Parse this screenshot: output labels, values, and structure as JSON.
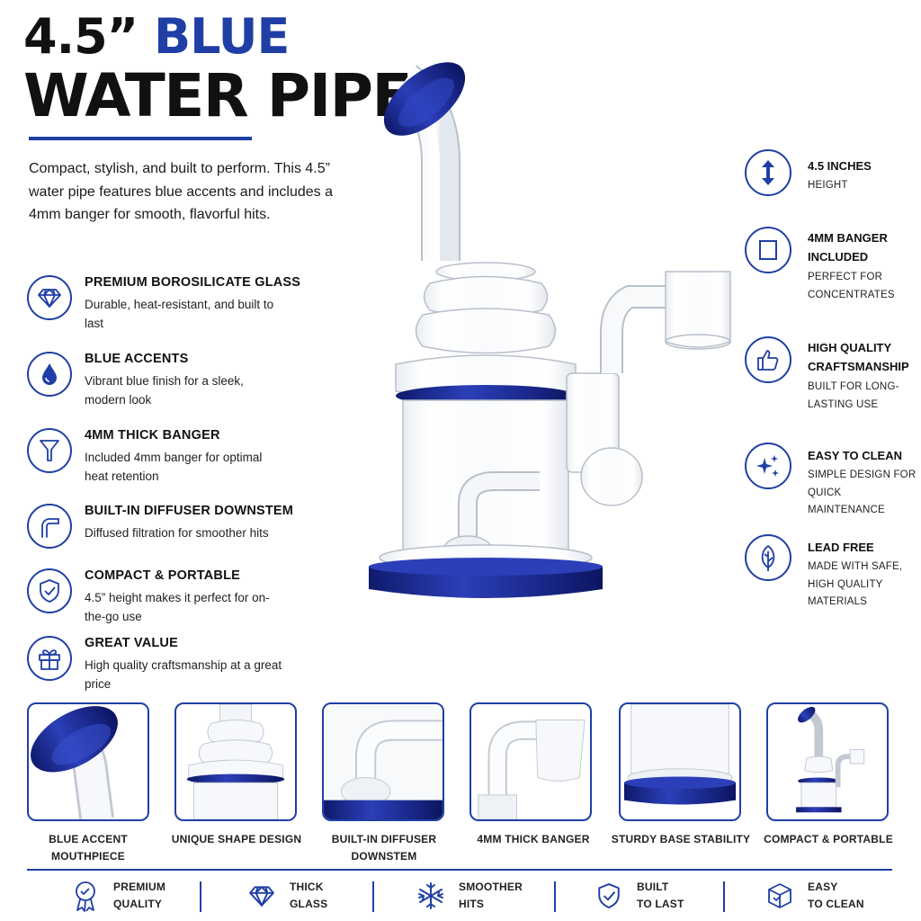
{
  "title": {
    "size": "4.5”",
    "color_word": "BLUE",
    "line2": "WATER PIPE"
  },
  "intro": "Compact, stylish, and built to perform. This 4.5” water pipe features blue accents and includes a 4mm banger for smooth, flavorful hits.",
  "features": [
    {
      "icon": "diamond-icon",
      "title": "PREMIUM BOROSILICATE GLASS",
      "desc": "Durable, heat-resistant, and built to last"
    },
    {
      "icon": "water-drop-icon",
      "title": "BLUE ACCENTS",
      "desc": "Vibrant blue finish for a sleek, modern look"
    },
    {
      "icon": "funnel-icon",
      "title": "4MM THICK BANGER",
      "desc": "Included 4mm banger for optimal heat retention"
    },
    {
      "icon": "downstem-icon",
      "title": "BUILT-IN DIFFUSER DOWNSTEM",
      "desc": "Diffused filtration for smoother hits"
    },
    {
      "icon": "shield-check-icon",
      "title": "COMPACT & PORTABLE",
      "desc": "4.5” height makes it perfect for on-the-go use"
    },
    {
      "icon": "gift-icon",
      "title": "GREAT VALUE",
      "desc": "High quality craftsmanship at a great price"
    }
  ],
  "specs": [
    {
      "icon": "vertical-arrows-icon",
      "title": "4.5 INCHES",
      "desc": "HEIGHT"
    },
    {
      "icon": "square-icon",
      "title": "4MM BANGER INCLUDED",
      "desc": "PERFECT FOR CONCENTRATES"
    },
    {
      "icon": "thumbs-up-icon",
      "title": "HIGH QUALITY CRAFTSMANSHIP",
      "desc": "BUILT FOR LONG-LASTING USE"
    },
    {
      "icon": "sparkle-icon",
      "title": "EASY TO CLEAN",
      "desc": "SIMPLE DESIGN FOR QUICK MAINTENANCE"
    },
    {
      "icon": "leaf-icon",
      "title": "LEAD FREE",
      "desc": "MADE WITH SAFE, HIGH QUALITY MATERIALS"
    }
  ],
  "thumbnails": [
    {
      "caption": "BLUE ACCENT MOUTHPIECE"
    },
    {
      "caption": "UNIQUE SHAPE DESIGN"
    },
    {
      "caption": "BUILT-IN DIFFUSER DOWNSTEM"
    },
    {
      "caption": "4MM THICK BANGER"
    },
    {
      "caption": "STURDY BASE STABILITY"
    },
    {
      "caption": "COMPACT & PORTABLE"
    }
  ],
  "badges": [
    {
      "icon": "award-ribbon-icon",
      "label": "PREMIUM QUALITY"
    },
    {
      "icon": "diamond-icon",
      "label": "THICK GLASS"
    },
    {
      "icon": "snowflake-icon",
      "label": "SMOOTHER HITS"
    },
    {
      "icon": "shield-check-icon",
      "label": "BUILT TO LAST"
    },
    {
      "icon": "box-icon",
      "label": "EASY TO CLEAN"
    }
  ],
  "colors": {
    "accent": "#1f3fa6",
    "glass_blue": "#1c2a8f",
    "text": "#111111"
  }
}
